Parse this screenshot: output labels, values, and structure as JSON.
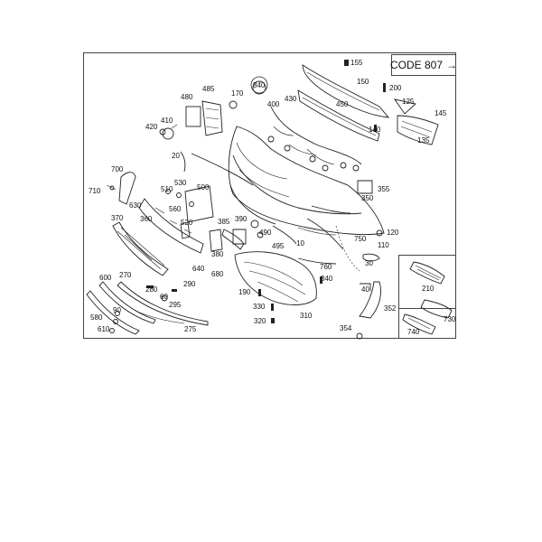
{
  "header": {
    "code_label": "CODE 807",
    "arrow": "→"
  },
  "callouts": [
    {
      "label": "155"
    },
    {
      "label": "150"
    },
    {
      "label": "200"
    },
    {
      "label": "125"
    },
    {
      "label": "145"
    },
    {
      "label": "450"
    },
    {
      "label": "140"
    },
    {
      "label": "135"
    },
    {
      "label": "840"
    },
    {
      "label": "400"
    },
    {
      "label": "430"
    },
    {
      "label": "170"
    },
    {
      "label": "485"
    },
    {
      "label": "480"
    },
    {
      "label": "410"
    },
    {
      "label": "420"
    },
    {
      "label": "20"
    },
    {
      "label": "700"
    },
    {
      "label": "710"
    },
    {
      "label": "530"
    },
    {
      "label": "510"
    },
    {
      "label": "500"
    },
    {
      "label": "560"
    },
    {
      "label": "520"
    },
    {
      "label": "630"
    },
    {
      "label": "360"
    },
    {
      "label": "370"
    },
    {
      "label": "390"
    },
    {
      "label": "385"
    },
    {
      "label": "490"
    },
    {
      "label": "495"
    },
    {
      "label": "10"
    },
    {
      "label": "380"
    },
    {
      "label": "640"
    },
    {
      "label": "680"
    },
    {
      "label": "350"
    },
    {
      "label": "355"
    },
    {
      "label": "750"
    },
    {
      "label": "120"
    },
    {
      "label": "110"
    },
    {
      "label": "30"
    },
    {
      "label": "760"
    },
    {
      "label": "340"
    },
    {
      "label": "40"
    },
    {
      "label": "190"
    },
    {
      "label": "330"
    },
    {
      "label": "320"
    },
    {
      "label": "310"
    },
    {
      "label": "352"
    },
    {
      "label": "354"
    },
    {
      "label": "600"
    },
    {
      "label": "270"
    },
    {
      "label": "280"
    },
    {
      "label": "290"
    },
    {
      "label": "60"
    },
    {
      "label": "295"
    },
    {
      "label": "580"
    },
    {
      "label": "90"
    },
    {
      "label": "610"
    },
    {
      "label": "275"
    },
    {
      "label": "210"
    },
    {
      "label": "730"
    },
    {
      "label": "740"
    }
  ]
}
